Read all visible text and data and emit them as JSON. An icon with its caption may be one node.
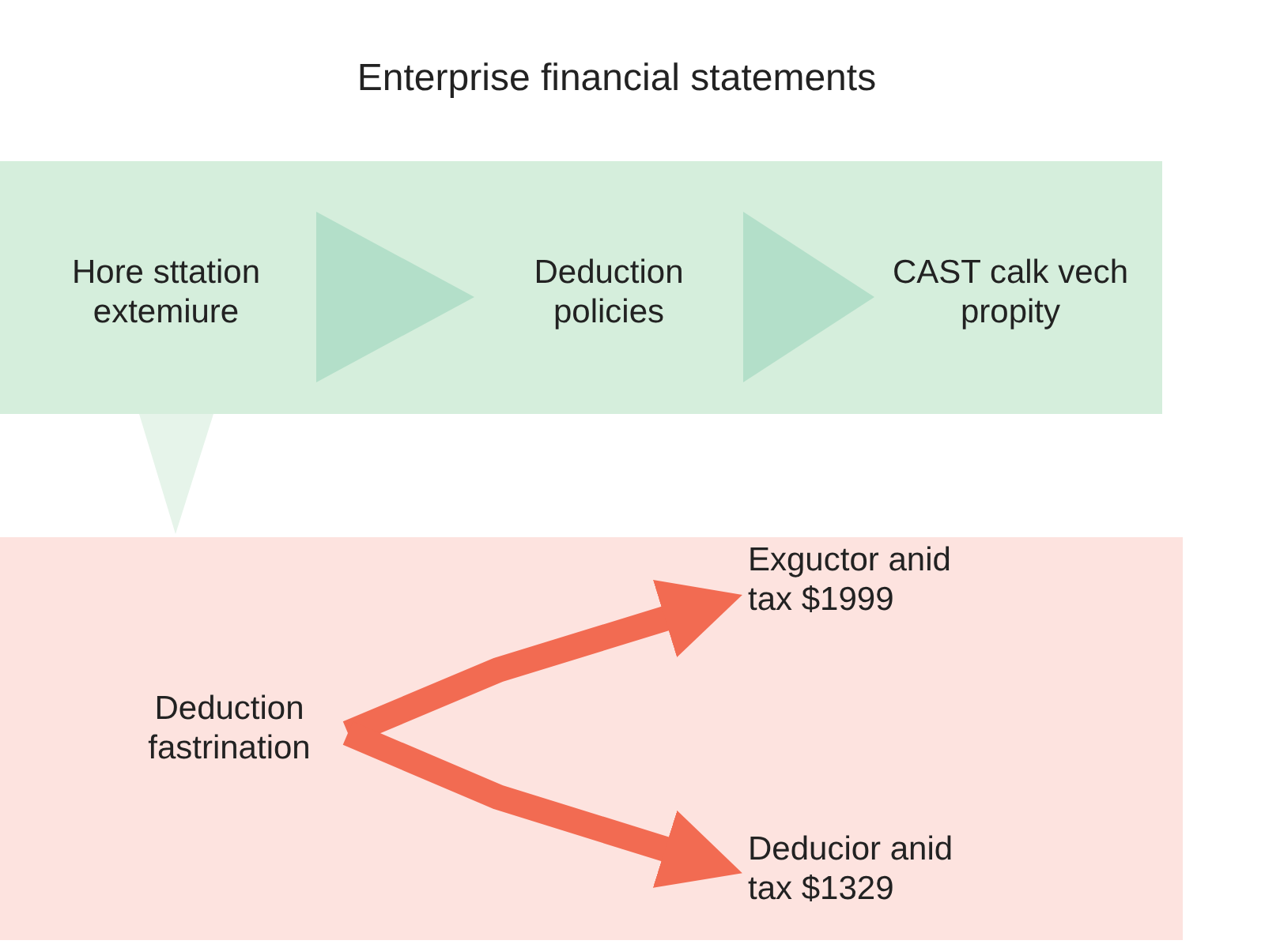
{
  "diagram": {
    "title": "Enterprise financial statements",
    "nodes": [
      {
        "text": [],
        "shape": "band"
      },
      {
        "text": [
          "Hore sttation extemiure"
        ],
        "in": 0
      },
      {
        "text": [
          "Deduction policies"
        ],
        "in": 0
      },
      {
        "text": [
          "CAST calk vech propity"
        ],
        "in": 0
      },
      {
        "text": [],
        "shape": "band"
      },
      {
        "text": [
          "Deduction fastrination"
        ],
        "in": 4
      },
      {
        "text": [
          "Exguctor anid tax $1999"
        ],
        "in": 4
      },
      {
        "text": [
          "Deducior anid tax $1329"
        ],
        "in": 4
      }
    ],
    "edges": [
      {
        "from": 1,
        "to": 2,
        "arrow": "to"
      },
      {
        "from": 2,
        "to": 3,
        "arrow": "to"
      },
      {
        "from": 0,
        "to": 4,
        "arrow": "to"
      },
      {
        "from": 5,
        "to": 6,
        "arrow": "to",
        "color": "#f26b52"
      },
      {
        "from": 5,
        "to": 7,
        "arrow": "to",
        "color": "#f26b52"
      }
    ]
  }
}
